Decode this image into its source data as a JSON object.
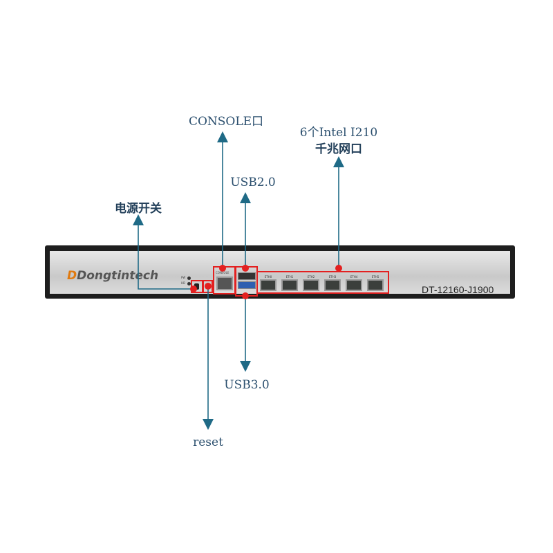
{
  "device": {
    "brand": "Dongtintech",
    "model": "DT-12160-J1900",
    "console_port_label": "CONSOLE",
    "led_labels": [
      "PW",
      "HD"
    ],
    "eth_ports": [
      "ETH0",
      "ETH1",
      "ETH2",
      "ETH3",
      "ETH4",
      "ETH5"
    ]
  },
  "callouts": {
    "power_switch": "电源开关",
    "console": "CONSOLE口",
    "usb2": "USB2.0",
    "ethernet_line1": "6个Intel I210",
    "ethernet_line2": "千兆网口",
    "usb3": "USB3.0",
    "reset": "reset"
  },
  "colors": {
    "callout_line": "#1f6a86",
    "highlight": "#e32020"
  }
}
